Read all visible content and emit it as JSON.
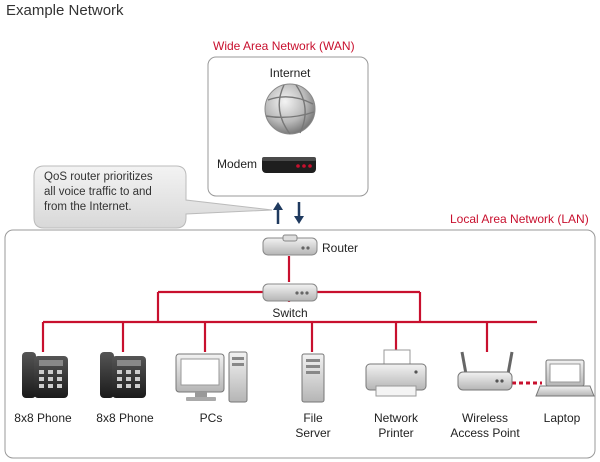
{
  "title": "Example Network",
  "wan": {
    "label": "Wide Area Network (WAN)"
  },
  "lan": {
    "label": "Local Area Network (LAN)"
  },
  "internet": {
    "label": "Internet"
  },
  "modem": {
    "label": "Modem"
  },
  "router": {
    "label": "Router"
  },
  "switch": {
    "label": "Switch"
  },
  "callout": {
    "lines": [
      "QoS router prioritizes",
      "all voice traffic to and",
      "from the Internet."
    ]
  },
  "endpoints": {
    "phone1": {
      "label": "8x8 Phone"
    },
    "phone2": {
      "label": "8x8 Phone"
    },
    "pcs": {
      "label": "PCs"
    },
    "file_server": {
      "line1": "File",
      "line2": "Server"
    },
    "printer": {
      "line1": "Network",
      "line2": "Printer"
    },
    "wap": {
      "line1": "Wireless",
      "line2": "Access Point"
    },
    "laptop": {
      "label": "Laptop"
    }
  },
  "colors": {
    "accent": "#c8102e",
    "arrow": "#1f3a5f",
    "box_border": "#999999"
  }
}
